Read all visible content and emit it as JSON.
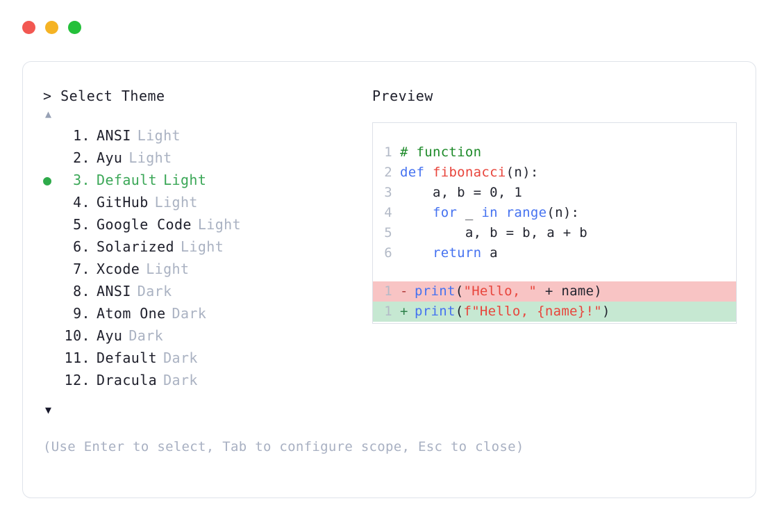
{
  "window": {
    "traffic_lights": [
      {
        "name": "close",
        "color": "#f25751"
      },
      {
        "name": "minimize",
        "color": "#f5b324"
      },
      {
        "name": "maximize",
        "color": "#24c03a"
      }
    ]
  },
  "picker": {
    "prompt_symbol": ">",
    "title": "Select Theme",
    "scroll_up_glyph": "▲",
    "scroll_down_glyph": "▼",
    "selected_marker": "●",
    "selected_index": 3,
    "items": [
      {
        "index": "1",
        "dot": ".",
        "name": "ANSI",
        "variant": "Light",
        "selected": false
      },
      {
        "index": "2",
        "dot": ".",
        "name": "Ayu",
        "variant": "Light",
        "selected": false
      },
      {
        "index": "3",
        "dot": ".",
        "name": "Default",
        "variant": "Light",
        "selected": true
      },
      {
        "index": "4",
        "dot": ".",
        "name": "GitHub",
        "variant": "Light",
        "selected": false
      },
      {
        "index": "5",
        "dot": ".",
        "name": "Google Code",
        "variant": "Light",
        "selected": false
      },
      {
        "index": "6",
        "dot": ".",
        "name": "Solarized",
        "variant": "Light",
        "selected": false
      },
      {
        "index": "7",
        "dot": ".",
        "name": "Xcode",
        "variant": "Light",
        "selected": false
      },
      {
        "index": "8",
        "dot": ".",
        "name": "ANSI",
        "variant": "Dark",
        "selected": false
      },
      {
        "index": "9",
        "dot": ".",
        "name": "Atom One",
        "variant": "Dark",
        "selected": false
      },
      {
        "index": "10",
        "dot": ".",
        "name": "Ayu",
        "variant": "Dark",
        "selected": false
      },
      {
        "index": "11",
        "dot": ".",
        "name": "Default",
        "variant": "Dark",
        "selected": false
      },
      {
        "index": "12",
        "dot": ".",
        "name": "Dracula",
        "variant": "Dark",
        "selected": false
      }
    ],
    "hint": "(Use Enter to select, Tab to configure scope, Esc to close)"
  },
  "preview": {
    "label": "Preview",
    "code_lines": [
      {
        "ln": "1",
        "tokens": [
          {
            "t": "# function",
            "c": "comment"
          }
        ]
      },
      {
        "ln": "2",
        "tokens": [
          {
            "t": "def ",
            "c": "keyword"
          },
          {
            "t": "fibonacci",
            "c": "func"
          },
          {
            "t": "(n):",
            "c": "plain"
          }
        ]
      },
      {
        "ln": "3",
        "tokens": [
          {
            "t": "    a, b = 0, 1",
            "c": "plain"
          }
        ]
      },
      {
        "ln": "4",
        "tokens": [
          {
            "t": "    ",
            "c": "plain"
          },
          {
            "t": "for",
            "c": "keyword"
          },
          {
            "t": " _ ",
            "c": "plain"
          },
          {
            "t": "in",
            "c": "keyword"
          },
          {
            "t": " ",
            "c": "plain"
          },
          {
            "t": "range",
            "c": "builtin"
          },
          {
            "t": "(n):",
            "c": "plain"
          }
        ]
      },
      {
        "ln": "5",
        "tokens": [
          {
            "t": "        a, b = b, a + b",
            "c": "plain"
          }
        ]
      },
      {
        "ln": "6",
        "tokens": [
          {
            "t": "    ",
            "c": "plain"
          },
          {
            "t": "return",
            "c": "keyword"
          },
          {
            "t": " a",
            "c": "plain"
          }
        ]
      }
    ],
    "diff_lines": [
      {
        "ln": "1",
        "sign": "-",
        "kind": "del",
        "tokens": [
          {
            "t": "print",
            "c": "builtin"
          },
          {
            "t": "(",
            "c": "plain"
          },
          {
            "t": "\"Hello, \"",
            "c": "string"
          },
          {
            "t": " + name)",
            "c": "plain"
          }
        ]
      },
      {
        "ln": "1",
        "sign": "+",
        "kind": "add",
        "tokens": [
          {
            "t": "print",
            "c": "builtin"
          },
          {
            "t": "(",
            "c": "plain"
          },
          {
            "t": "f\"Hello, {name}!\"",
            "c": "string"
          },
          {
            "t": ")",
            "c": "plain"
          }
        ]
      }
    ]
  },
  "colors": {
    "comment": "#1d8a29",
    "keyword": "#4572f0",
    "function": "#e8453c",
    "string": "#e8453c",
    "plain": "#22242f",
    "selected_green": "#3ba757",
    "muted": "#aab2c2",
    "diff_del_bg": "#f8c4c4",
    "diff_add_bg": "#c6e8d2",
    "border": "#dfe3ea"
  }
}
